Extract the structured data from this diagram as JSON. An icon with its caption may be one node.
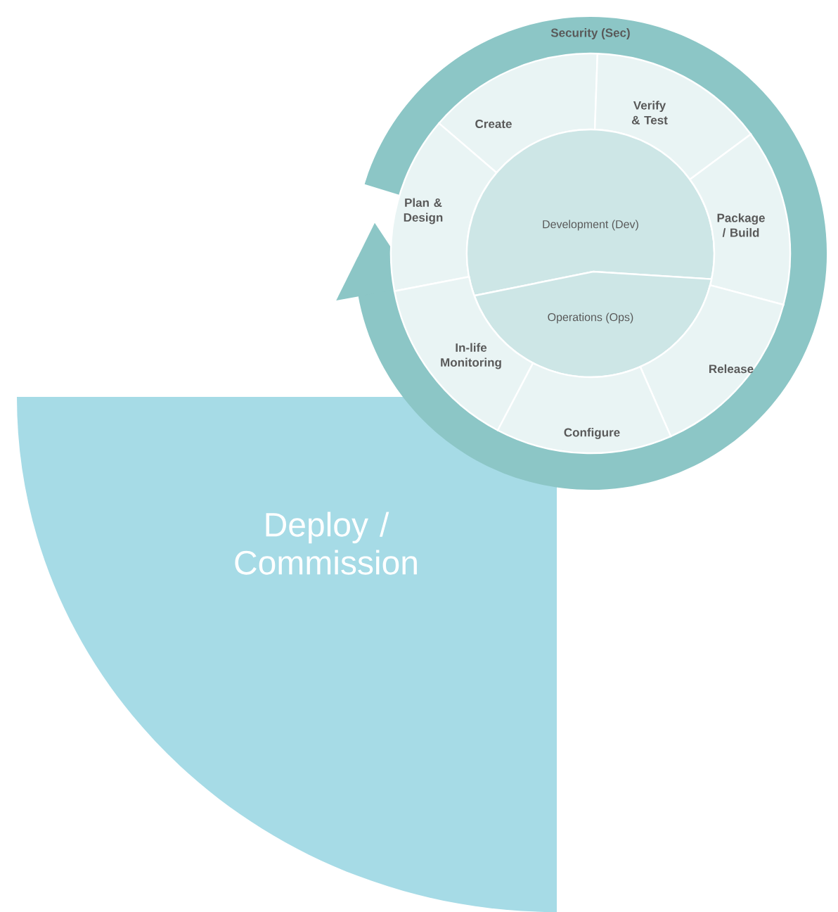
{
  "diagram": {
    "nodes": [
      {
        "text": [
          "Security (Sec)"
        ]
      },
      {
        "text": [
          "Create"
        ],
        "in": 0
      },
      {
        "text": [
          "Verify & Test"
        ],
        "in": 0
      },
      {
        "text": [
          "Plan & Design"
        ],
        "in": 0
      },
      {
        "text": [
          "Development (Dev)"
        ],
        "in": 0
      },
      {
        "text": [
          "Package / Build"
        ],
        "in": 0
      },
      {
        "text": [
          "Operations (Ops)"
        ],
        "in": 0
      },
      {
        "text": [
          "In-life Monitoring"
        ],
        "in": 0
      },
      {
        "text": [
          "Release"
        ],
        "in": 0
      },
      {
        "text": [
          "Configure"
        ],
        "in": 0
      },
      {
        "text": [
          "Deploy / Commission"
        ]
      }
    ]
  }
}
